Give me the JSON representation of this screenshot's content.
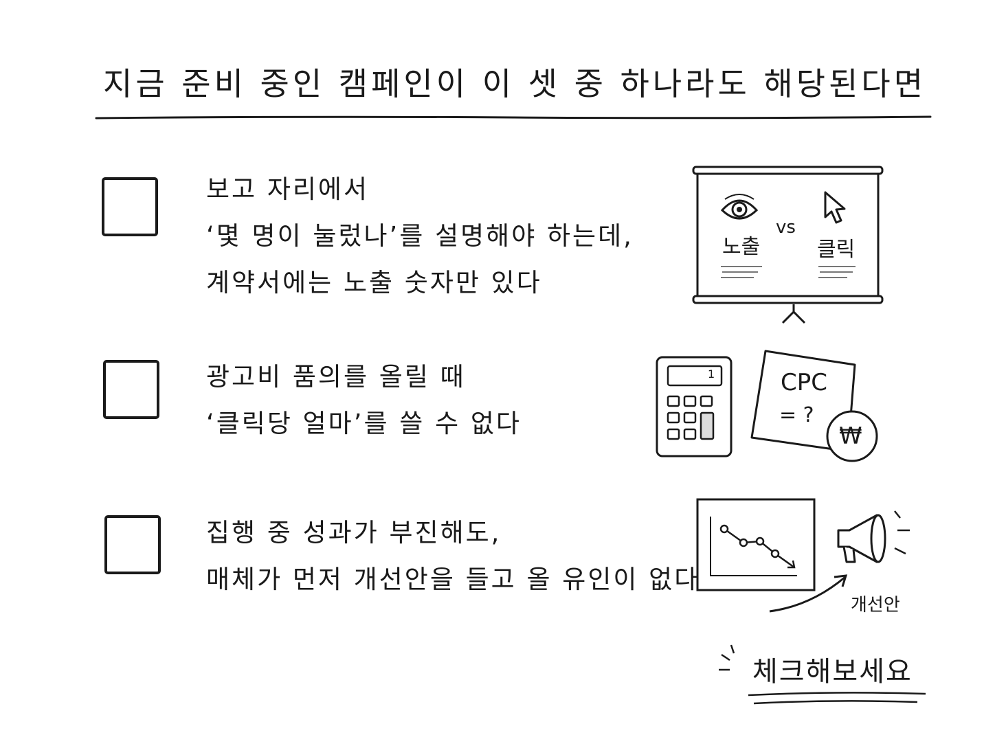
{
  "title": "지금 준비 중인 캠페인이 이 셋 중 하나라도 해당된다면",
  "checklist": [
    {
      "lines": [
        "보고 자리에서",
        "‘몇 명이 눌렀나’를 설명해야 하는데,",
        "계약서에는 노출 숫자만 있다"
      ]
    },
    {
      "lines": [
        "광고비 품의를 올릴 때",
        "‘클릭당 얼마’를 쓸 수 없다"
      ]
    },
    {
      "lines": [
        "집행 중 성과가 부진해도,",
        "매체가 먼저 개선안을 들고 올 유인이 없다"
      ]
    }
  ],
  "illustrations": {
    "screen": {
      "left_label": "노출",
      "vs_label": "vs",
      "right_label": "클릭"
    },
    "calculator": {
      "display": "1"
    },
    "note": {
      "line1": "CPC",
      "line2": "= ?",
      "coin": "₩"
    },
    "chart": {
      "arrow_label": "개선안"
    }
  },
  "cta": "체크해보세요"
}
